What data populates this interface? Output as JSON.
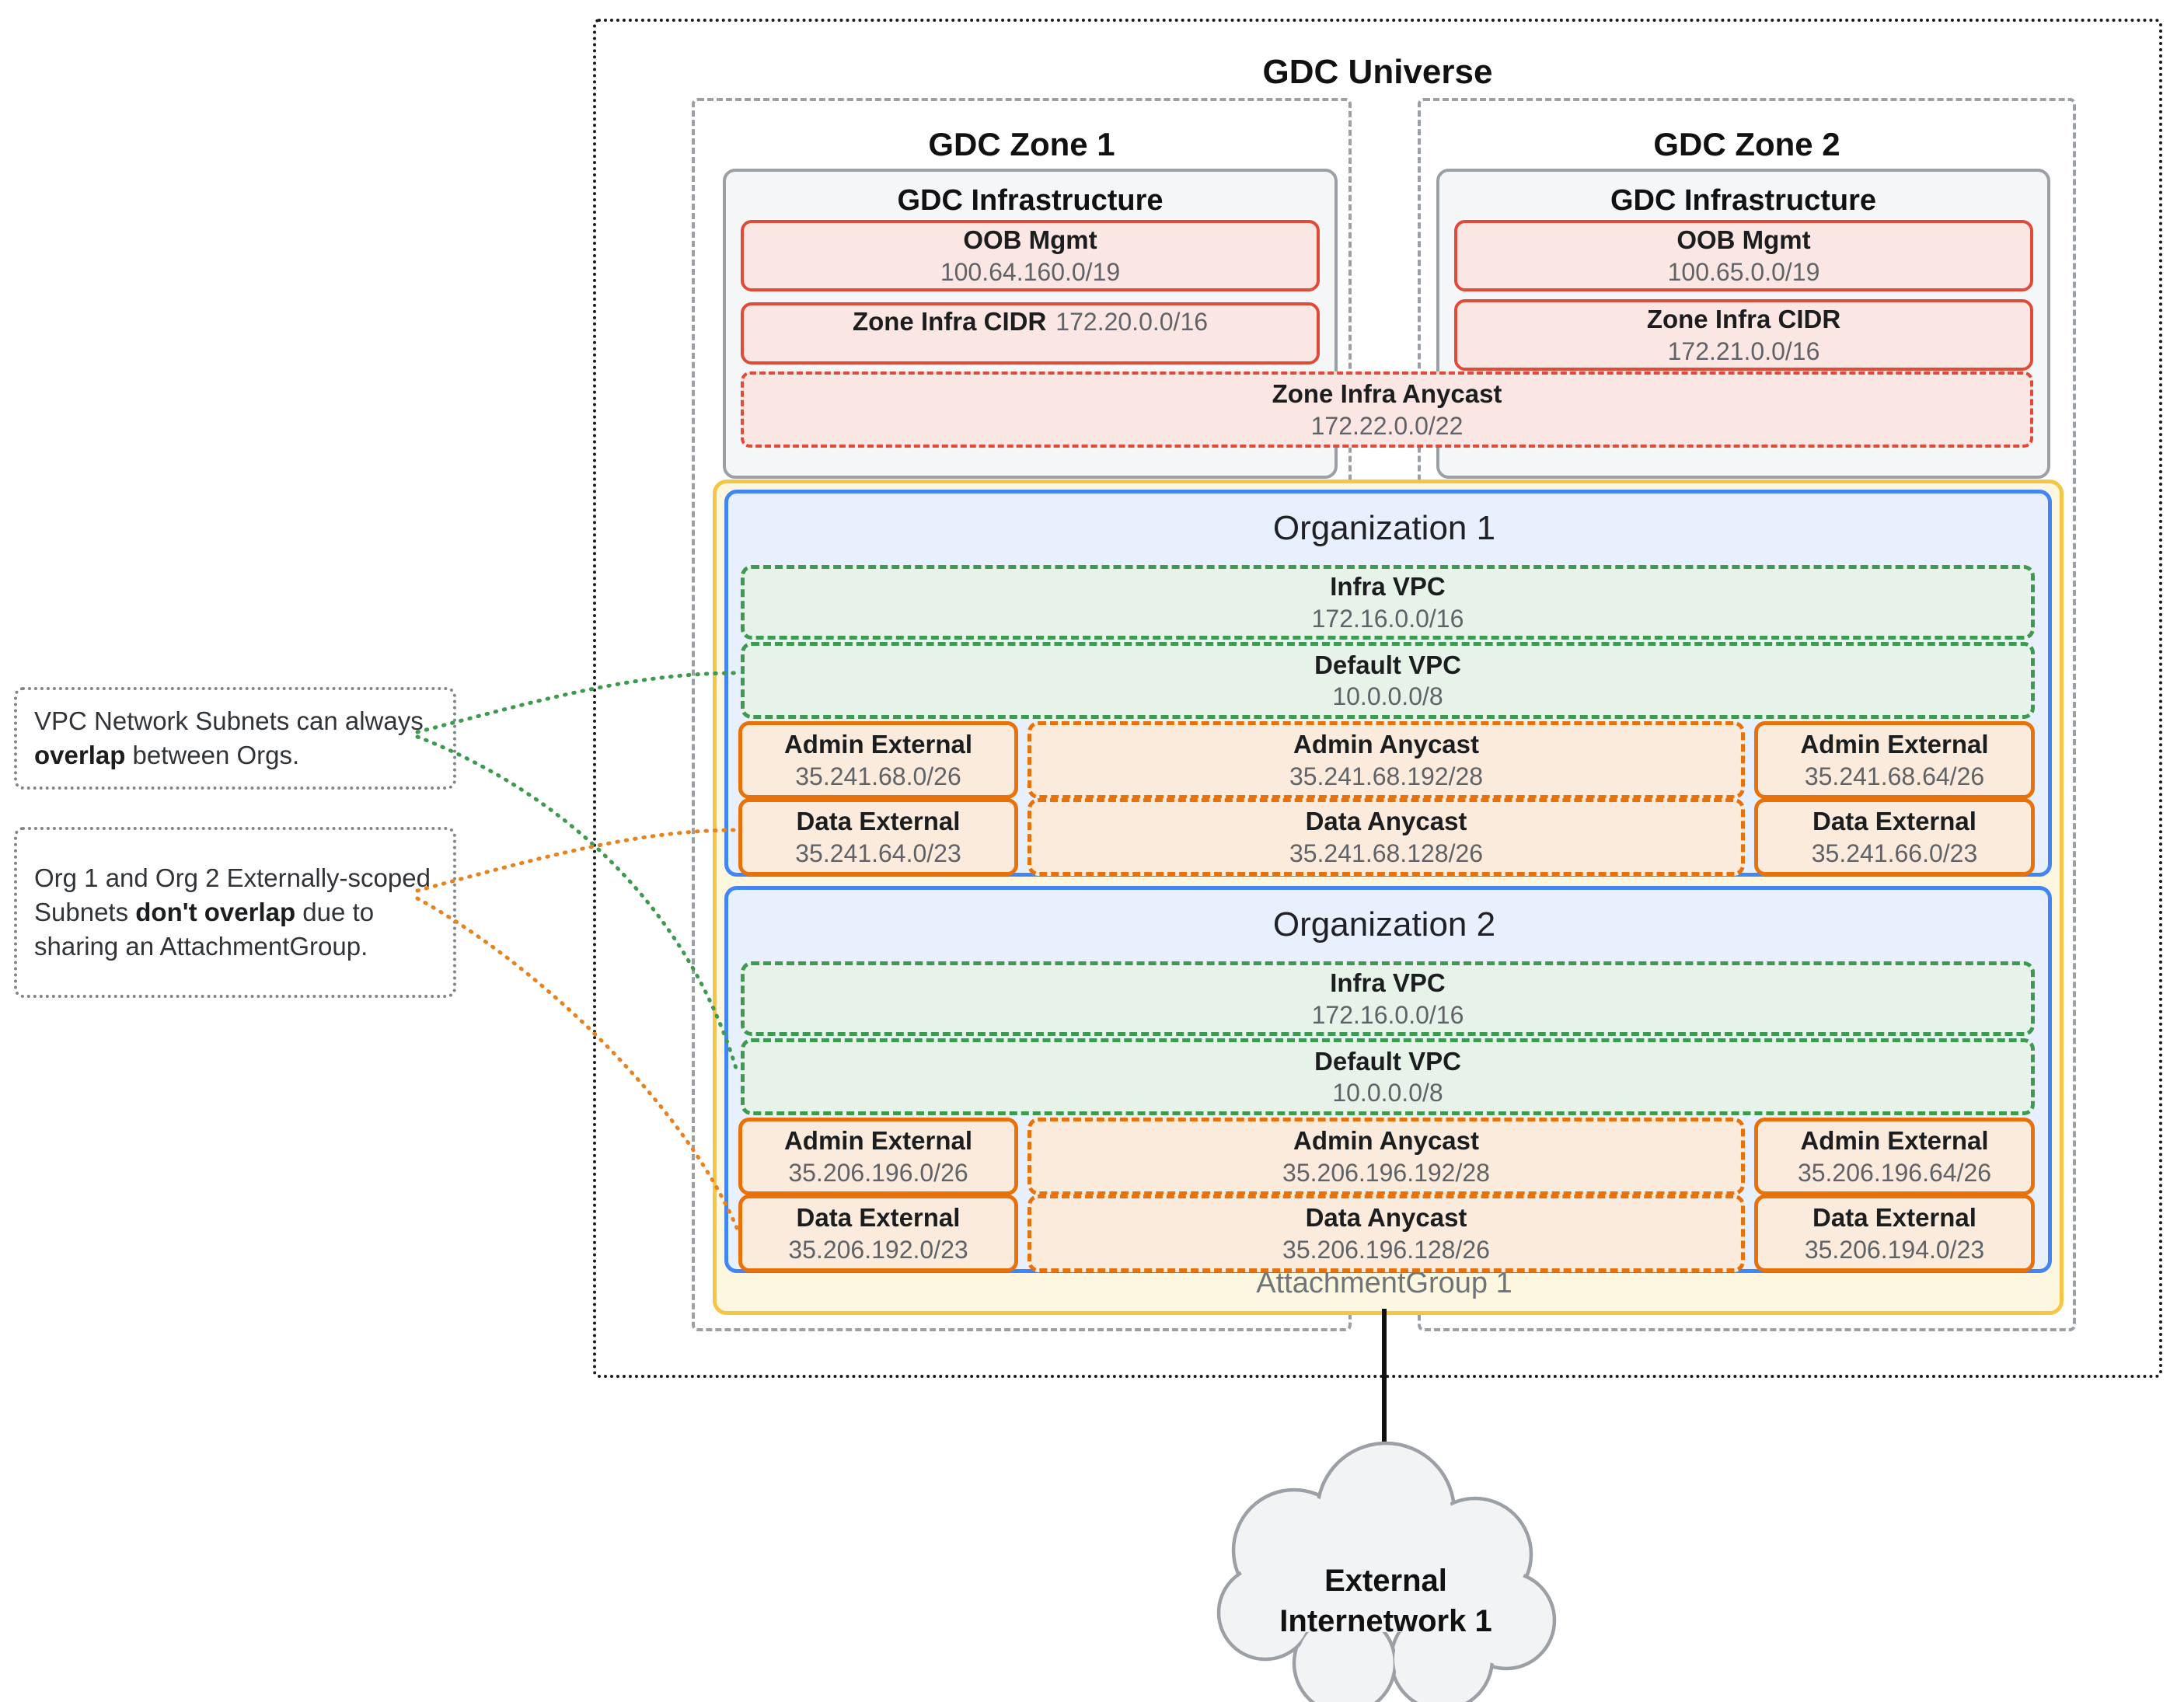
{
  "title": "GDC Universe",
  "zones": [
    {
      "title": "GDC Zone 1",
      "infra_title": "GDC Infrastructure",
      "oob": {
        "label": "OOB Mgmt",
        "value": "100.64.160.0/19"
      },
      "cidr": {
        "label": "Zone Infra CIDR",
        "value": "172.20.0.0/16"
      }
    },
    {
      "title": "GDC Zone 2",
      "infra_title": "GDC Infrastructure",
      "oob": {
        "label": "OOB Mgmt",
        "value": "100.65.0.0/19"
      },
      "cidr": {
        "label": "Zone Infra CIDR",
        "value": "172.21.0.0/16"
      }
    }
  ],
  "anycast": {
    "label": "Zone Infra Anycast",
    "value": "172.22.0.0/22"
  },
  "attachment_group": {
    "label": "AttachmentGroup 1"
  },
  "organizations": [
    {
      "title": "Organization 1",
      "infra_vpc": {
        "label": "Infra VPC",
        "value": "172.16.0.0/16"
      },
      "default_vpc": {
        "label": "Default VPC",
        "value": "10.0.0.0/8"
      },
      "admin_external_left": {
        "label": "Admin External",
        "value": "35.241.68.0/26"
      },
      "admin_anycast": {
        "label": "Admin Anycast",
        "value": "35.241.68.192/28"
      },
      "admin_external_right": {
        "label": "Admin External",
        "value": "35.241.68.64/26"
      },
      "data_external_left": {
        "label": "Data External",
        "value": "35.241.64.0/23"
      },
      "data_anycast": {
        "label": "Data Anycast",
        "value": "35.241.68.128/26"
      },
      "data_external_right": {
        "label": "Data External",
        "value": "35.241.66.0/23"
      }
    },
    {
      "title": "Organization 2",
      "infra_vpc": {
        "label": "Infra VPC",
        "value": "172.16.0.0/16"
      },
      "default_vpc": {
        "label": "Default VPC",
        "value": "10.0.0.0/8"
      },
      "admin_external_left": {
        "label": "Admin External",
        "value": "35.206.196.0/26"
      },
      "admin_anycast": {
        "label": "Admin Anycast",
        "value": "35.206.196.192/28"
      },
      "admin_external_right": {
        "label": "Admin External",
        "value": "35.206.196.64/26"
      },
      "data_external_left": {
        "label": "Data External",
        "value": "35.206.192.0/23"
      },
      "data_anycast": {
        "label": "Data Anycast",
        "value": "35.206.196.128/26"
      },
      "data_external_right": {
        "label": "Data External",
        "value": "35.206.194.0/23"
      }
    }
  ],
  "annotations": [
    {
      "line1": "VPC Network Subnets can always",
      "line2_bold": "overlap",
      "line2_rest": " between Orgs."
    },
    {
      "line1": "Org 1 and Org 2 Externally-scoped",
      "line2_pre": "Subnets ",
      "line2_bold": "don't overlap",
      "line2_post": " due to",
      "line3": "sharing an AttachmentGroup."
    }
  ],
  "cloud": {
    "label": "External Internetwork 1"
  },
  "colors": {
    "universe_border": "#1b1b1b",
    "zone_border": "#9AA0A6",
    "infra_fill": "#F5F6F8",
    "red_border": "#E04A38",
    "red_fill": "#FAE6E2",
    "green_border": "#3D9A50",
    "green_fill": "#E7F3E9",
    "orange_border": "#E8710A",
    "orange_fill": "#FBEBDC",
    "blue_border": "#4285F4",
    "blue_fill": "#E9F0FD",
    "yellow_border": "#F5C644",
    "yellow_fill": "#FEF7DF",
    "muted_text": "#5F6368",
    "cloud_fill": "#F1F3F4"
  }
}
